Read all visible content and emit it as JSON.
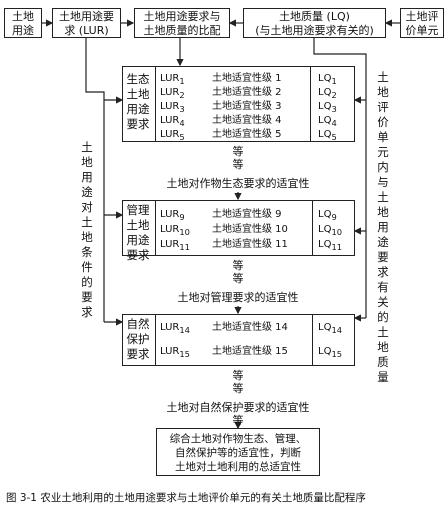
{
  "top": {
    "land_use": "土地\n用途",
    "lur": "土地用途要\n求 (LUR)",
    "comparison": "土地用途要求与\n土地质量的比配",
    "lq": "土地质量 (LQ)\n(与土地用途要求有关的)",
    "unit": "土地评\n价单元"
  },
  "left_vertical": "土地用途对土地条件的要求",
  "right_vertical": "土地评价单元内与土地用途要求有关的土地质量",
  "groups": [
    {
      "label": "生态土地用途要求",
      "rows": [
        {
          "lur": "LUR",
          "lur_sub": "1",
          "suit": "土地适宜性级 1",
          "lq": "LQ",
          "lq_sub": "1"
        },
        {
          "lur": "LUR",
          "lur_sub": "2",
          "suit": "土地适宜性级 2",
          "lq": "LQ",
          "lq_sub": "2"
        },
        {
          "lur": "LUR",
          "lur_sub": "3",
          "suit": "土地适宜性级 3",
          "lq": "LQ",
          "lq_sub": "3"
        },
        {
          "lur": "LUR",
          "lur_sub": "4",
          "suit": "土地适宜性级 4",
          "lq": "LQ",
          "lq_sub": "4"
        },
        {
          "lur": "LUR",
          "lur_sub": "5",
          "suit": "土地适宜性级 5",
          "lq": "LQ",
          "lq_sub": "5"
        }
      ],
      "etc": "等\n等",
      "summary": "土地对作物生态要求的适宜性"
    },
    {
      "label": "管理土地用途要求",
      "rows": [
        {
          "lur": "LUR",
          "lur_sub": "9",
          "suit": "土地适宜性级 9",
          "lq": "LQ",
          "lq_sub": "9"
        },
        {
          "lur": "LUR",
          "lur_sub": "10",
          "suit": "土地适宜性级 10",
          "lq": "LQ",
          "lq_sub": "10"
        },
        {
          "lur": "LUR",
          "lur_sub": "11",
          "suit": "土地适宜性级 11",
          "lq": "LQ",
          "lq_sub": "11"
        }
      ],
      "etc": "等\n等",
      "summary": "土地对管理要求的适宜性"
    },
    {
      "label": "自然保护要求",
      "rows": [
        {
          "lur": "LUR",
          "lur_sub": "14",
          "suit": "土地适宜性级 14",
          "lq": "LQ",
          "lq_sub": "14"
        },
        {
          "lur": "LUR",
          "lur_sub": "15",
          "suit": "土地适宜性级 15",
          "lq": "LQ",
          "lq_sub": "15"
        }
      ],
      "etc": "等\n等",
      "summary": "土地对自然保护要求的适宜性",
      "etc_after": "等"
    }
  ],
  "final": "综合土地对作物生态、管理、\n自然保护等的适宜性，判断\n土地对土地利用的总适宜性",
  "caption": "图 3-1   农业土地利用的土地用途要求与土地评价单元的有关土地质量比配程序"
}
